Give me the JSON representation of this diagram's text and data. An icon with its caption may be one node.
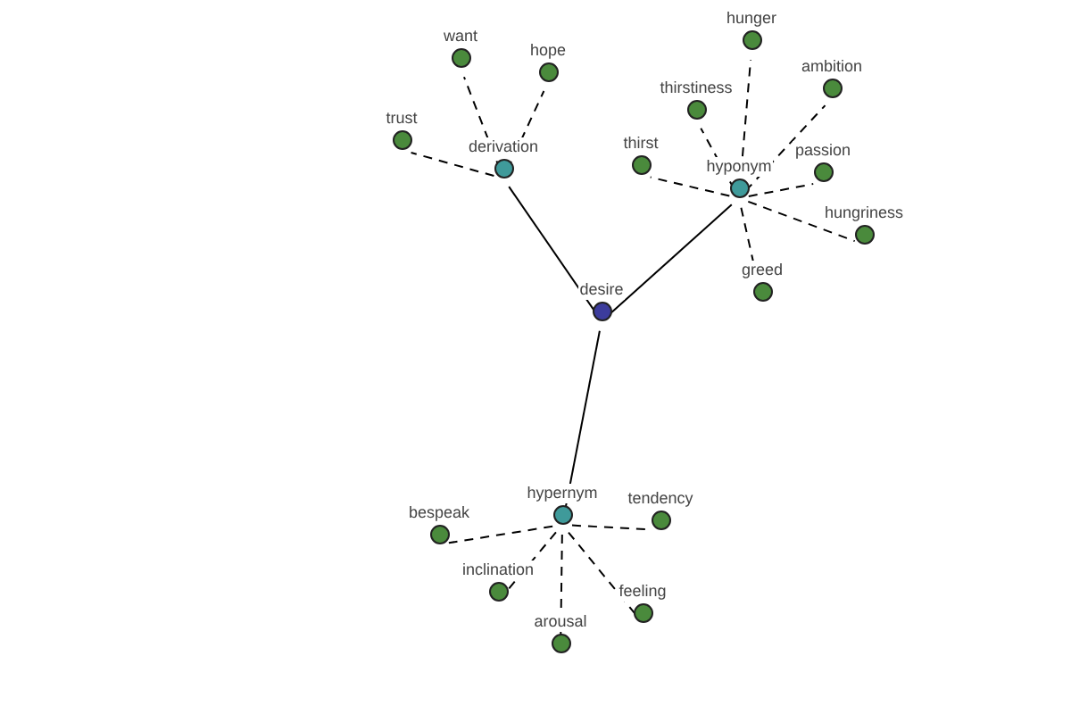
{
  "diagram": {
    "nodes": [
      {
        "text": [
          "desire"
        ]
      },
      {
        "text": [
          "derivation"
        ]
      },
      {
        "text": [
          "want"
        ]
      },
      {
        "text": [
          "hope"
        ]
      },
      {
        "text": [
          "trust"
        ]
      },
      {
        "text": [
          "hyponym"
        ]
      },
      {
        "text": [
          "hunger"
        ]
      },
      {
        "text": [
          "thirstiness"
        ]
      },
      {
        "text": [
          "ambition"
        ]
      },
      {
        "text": [
          "thirst"
        ]
      },
      {
        "text": [
          "passion"
        ]
      },
      {
        "text": [
          "hungriness"
        ]
      },
      {
        "text": [
          "greed"
        ]
      },
      {
        "text": [
          "hypernym"
        ]
      },
      {
        "text": [
          "bespeak"
        ]
      },
      {
        "text": [
          "tendency"
        ]
      },
      {
        "text": [
          "inclination"
        ]
      },
      {
        "text": [
          "feeling"
        ]
      },
      {
        "text": [
          "arousal"
        ]
      }
    ],
    "edges": [
      {
        "from": 0,
        "to": 1,
        "arrow": "none"
      },
      {
        "from": 0,
        "to": 5,
        "arrow": "none"
      },
      {
        "from": 0,
        "to": 13,
        "arrow": "none"
      },
      {
        "from": 1,
        "to": 2,
        "arrow": "none",
        "style": "dashed"
      },
      {
        "from": 1,
        "to": 3,
        "arrow": "none",
        "style": "dashed"
      },
      {
        "from": 1,
        "to": 4,
        "arrow": "none",
        "style": "dashed"
      },
      {
        "from": 5,
        "to": 6,
        "arrow": "none",
        "style": "dashed"
      },
      {
        "from": 5,
        "to": 7,
        "arrow": "none",
        "style": "dashed"
      },
      {
        "from": 5,
        "to": 8,
        "arrow": "none",
        "style": "dashed"
      },
      {
        "from": 5,
        "to": 9,
        "arrow": "none",
        "style": "dashed"
      },
      {
        "from": 5,
        "to": 10,
        "arrow": "none",
        "style": "dashed"
      },
      {
        "from": 5,
        "to": 11,
        "arrow": "none",
        "style": "dashed"
      },
      {
        "from": 5,
        "to": 12,
        "arrow": "none",
        "style": "dashed"
      },
      {
        "from": 13,
        "to": 14,
        "arrow": "none",
        "style": "dashed"
      },
      {
        "from": 13,
        "to": 15,
        "arrow": "none",
        "style": "dashed"
      },
      {
        "from": 13,
        "to": 16,
        "arrow": "none",
        "style": "dashed"
      },
      {
        "from": 13,
        "to": 17,
        "arrow": "none",
        "style": "dashed"
      },
      {
        "from": 13,
        "to": 18,
        "arrow": "none",
        "style": "dashed"
      }
    ]
  }
}
